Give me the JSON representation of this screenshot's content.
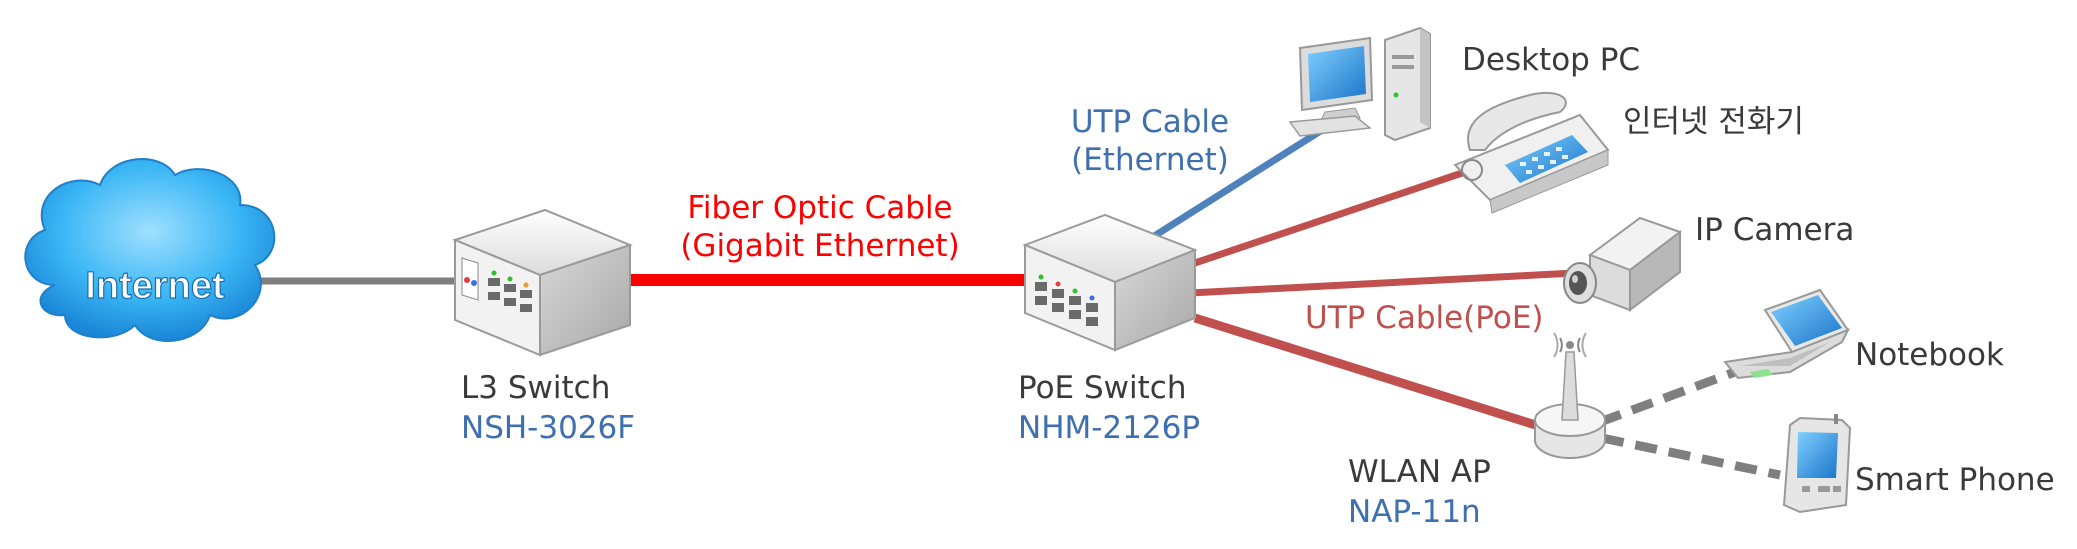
{
  "cloud": {
    "label": "Internet"
  },
  "nodes": {
    "l3_switch": {
      "name": "L3 Switch",
      "model": "NSH-3026F"
    },
    "poe_switch": {
      "name": "PoE Switch",
      "model": "NHM-2126P"
    },
    "wlan_ap": {
      "name": "WLAN AP",
      "model": "NAP-11n"
    },
    "desktop": {
      "name": "Desktop PC"
    },
    "phone": {
      "name": "인터넷 전화기"
    },
    "camera": {
      "name": "IP Camera"
    },
    "notebook": {
      "name": "Notebook"
    },
    "smartphone": {
      "name": "Smart Phone"
    }
  },
  "links": {
    "fiber": {
      "line1": "Fiber Optic Cable",
      "line2": "(Gigabit Ethernet)",
      "color": "#ff0000"
    },
    "utp": {
      "line1": "UTP Cable",
      "line2": "(Ethernet)",
      "color": "#4f81bd"
    },
    "poe": {
      "label": "UTP Cable(PoE)",
      "color": "#c0504d"
    },
    "wireless_color": "#7f7f7f",
    "wan_color": "#7f7f7f"
  }
}
